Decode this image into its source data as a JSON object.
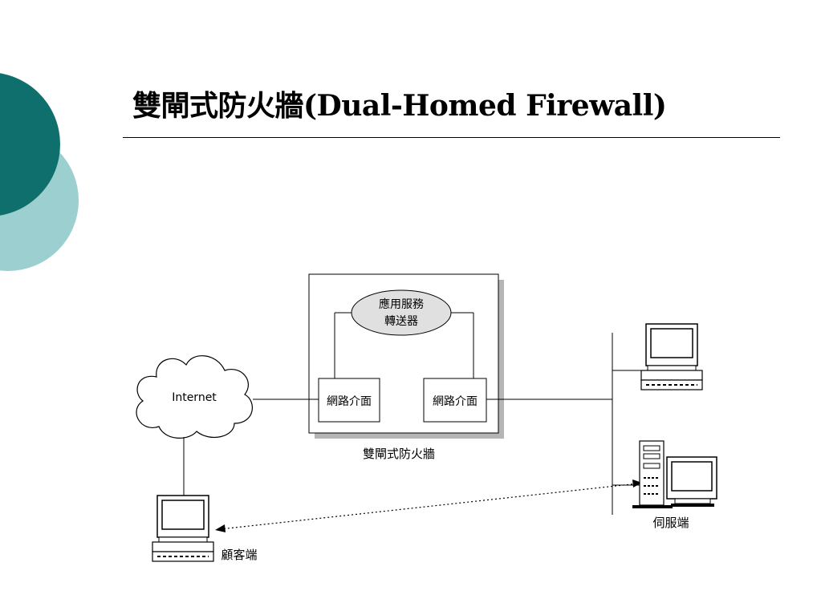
{
  "slide": {
    "title": "雙閘式防火牆(Dual-Homed Firewall)"
  },
  "diagram": {
    "cloud_label": "Internet",
    "app_server_line1": "應用服務",
    "app_server_line2": "轉送器",
    "nic_left_label": "網路介面",
    "nic_right_label": "網路介面",
    "firewall_caption": "雙閘式防火牆",
    "server_caption": "伺服端",
    "client_caption": "顧客端"
  },
  "colors": {
    "accent_dark": "#0f6f6c",
    "accent_light": "#9ccfd0",
    "shadow": "#b5b5b5"
  }
}
